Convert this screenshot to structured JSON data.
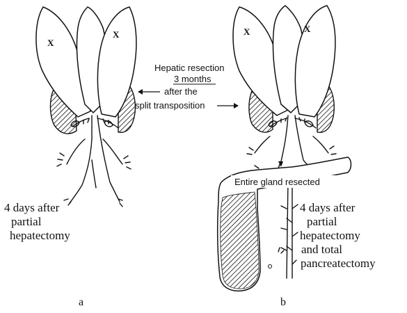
{
  "figure": {
    "panel_a": {
      "lobe_mark_left": "X",
      "lobe_mark_right": "X",
      "caption_lines": [
        "4 days after",
        "partial",
        "hepatectomy"
      ],
      "panel_letter": "a"
    },
    "annotation": {
      "line1": "Hepatic resection",
      "line2": "3 months",
      "line3": "after the",
      "line4": "split transposition"
    },
    "panel_b": {
      "lobe_mark_left": "X",
      "lobe_mark_right": "X",
      "pancreas_label": "Entire gland resected",
      "caption_lines": [
        "4 days after",
        "partial",
        "hepatectomy",
        "and total",
        "pancreatectomy"
      ],
      "panel_letter": "b"
    }
  }
}
